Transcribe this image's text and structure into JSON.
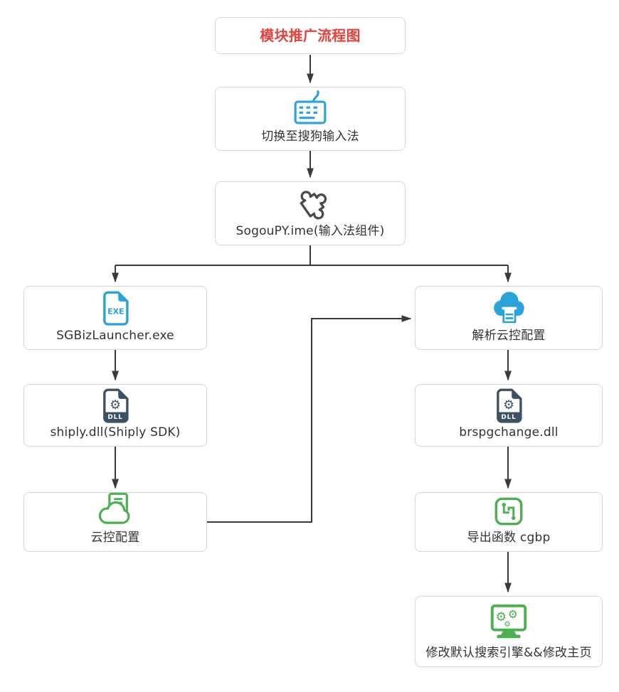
{
  "diagram": {
    "title": "模块推广流程图",
    "nodes": [
      {
        "id": "title",
        "label": "模块推广流程图",
        "icon": null
      },
      {
        "id": "switch-ime",
        "label": "切换至搜狗输入法",
        "icon": "keyboard-icon"
      },
      {
        "id": "sogoupy",
        "label": "SogouPY.ime(输入法组件)",
        "icon": "puzzle-icon"
      },
      {
        "id": "sgbizlauncher",
        "label": "SGBizLauncher.exe",
        "icon": "exe-file-icon"
      },
      {
        "id": "shiply",
        "label": "shiply.dll(Shiply SDK)",
        "icon": "dll-file-icon"
      },
      {
        "id": "cloud-config",
        "label": "云控配置",
        "icon": "cloud-document-icon"
      },
      {
        "id": "parse-cloud-config",
        "label": "解析云控配置",
        "icon": "cloud-printer-icon"
      },
      {
        "id": "brspgchange",
        "label": "brspgchange.dll",
        "icon": "dll-file-icon"
      },
      {
        "id": "export-cgbp",
        "label": "导出函数 cgbp",
        "icon": "export-function-icon"
      },
      {
        "id": "modify-search",
        "label": "修改默认搜索引擎&&修改主页",
        "icon": "monitor-gears-icon"
      }
    ],
    "edges": [
      {
        "from": "title",
        "to": "switch-ime"
      },
      {
        "from": "switch-ime",
        "to": "sogoupy"
      },
      {
        "from": "sogoupy",
        "to": "sgbizlauncher"
      },
      {
        "from": "sogoupy",
        "to": "parse-cloud-config"
      },
      {
        "from": "sgbizlauncher",
        "to": "shiply"
      },
      {
        "from": "shiply",
        "to": "cloud-config"
      },
      {
        "from": "cloud-config",
        "to": "parse-cloud-config"
      },
      {
        "from": "parse-cloud-config",
        "to": "brspgchange"
      },
      {
        "from": "brspgchange",
        "to": "export-cgbp"
      },
      {
        "from": "export-cgbp",
        "to": "modify-search"
      }
    ],
    "file_badges": {
      "exe": "EXE",
      "dll": "DLL"
    },
    "gear_glyph": "⚙",
    "colors": {
      "title_red": "#e8413c",
      "blue": "#2aa3db",
      "navy": "#3d5166",
      "green": "#4caf50",
      "line": "#3a3a3a",
      "box_border": "#d5d5d5"
    }
  }
}
